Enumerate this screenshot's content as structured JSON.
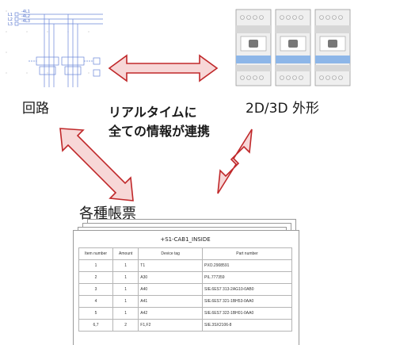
{
  "labels": {
    "circuit": "回路",
    "outline": "2D/3D 外形",
    "sync_line1": "リアルタイムに",
    "sync_line2": "全ての情報が連携",
    "reports": "各種帳票"
  },
  "circuit": {
    "terminals": [
      "L1",
      "L2",
      "L3"
    ],
    "terminal_tags": [
      "-4L1",
      "-4L2",
      "-4L3"
    ]
  },
  "report": {
    "title": "+S1-CAB1_INSIDE",
    "columns": [
      "Item number",
      "Amount",
      "Device tag",
      "Part number"
    ],
    "rows": [
      [
        "1",
        "1",
        "T1",
        "PXO.2908591"
      ],
      [
        "2",
        "1",
        "A30",
        "PIL.777359"
      ],
      [
        "3",
        "1",
        "A40",
        "SIE.6ES7 313-2AG10-0AB0"
      ],
      [
        "4",
        "1",
        "A41",
        "SIE.6ES7 321-1BH53-0AA0"
      ],
      [
        "5",
        "1",
        "A42",
        "SIE.6ES7 322-1BH01-0AA0"
      ],
      [
        "6,7",
        "2",
        "F1,F2",
        "SIE.3SX2106-8"
      ]
    ]
  },
  "colors": {
    "arrow_fill": "#f7d7d7",
    "arrow_stroke": "#c0282a",
    "wire_blue": "#6a86d8",
    "device_gray": "#d7d7d7",
    "device_blue": "#8db6e8"
  }
}
